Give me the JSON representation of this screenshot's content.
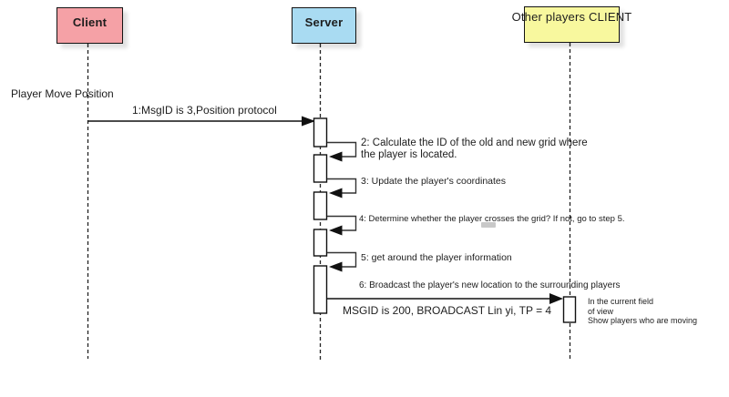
{
  "actors": [
    {
      "label": "Client",
      "fill": "#f5a1a6"
    },
    {
      "label": "Server",
      "fill": "#a9dbf2"
    },
    {
      "label": "Other players CLIENT",
      "fill": "#f8f89e"
    }
  ],
  "notes": {
    "player_move_position": "Player Move Position",
    "broadcast_detail": "MSGID is 200, BROADCAST Lin yi, TP = 4",
    "field_of_view_line1": "In the current field",
    "field_of_view_line2": "of view",
    "show_players": "Show players who are moving"
  },
  "messages": [
    {
      "label": "1:MsgID is 3,Position protocol"
    },
    {
      "line1": "2: Calculate the ID of the old and new grid where",
      "line2": "the player is located."
    },
    {
      "label": "3: Update the player's coordinates"
    },
    {
      "label": "4: Determine whether the player crosses the grid? If not, go to step 5."
    },
    {
      "label": "5: get around the player information"
    },
    {
      "label": "6: Broadcast the player's new location to the surrounding players"
    }
  ]
}
